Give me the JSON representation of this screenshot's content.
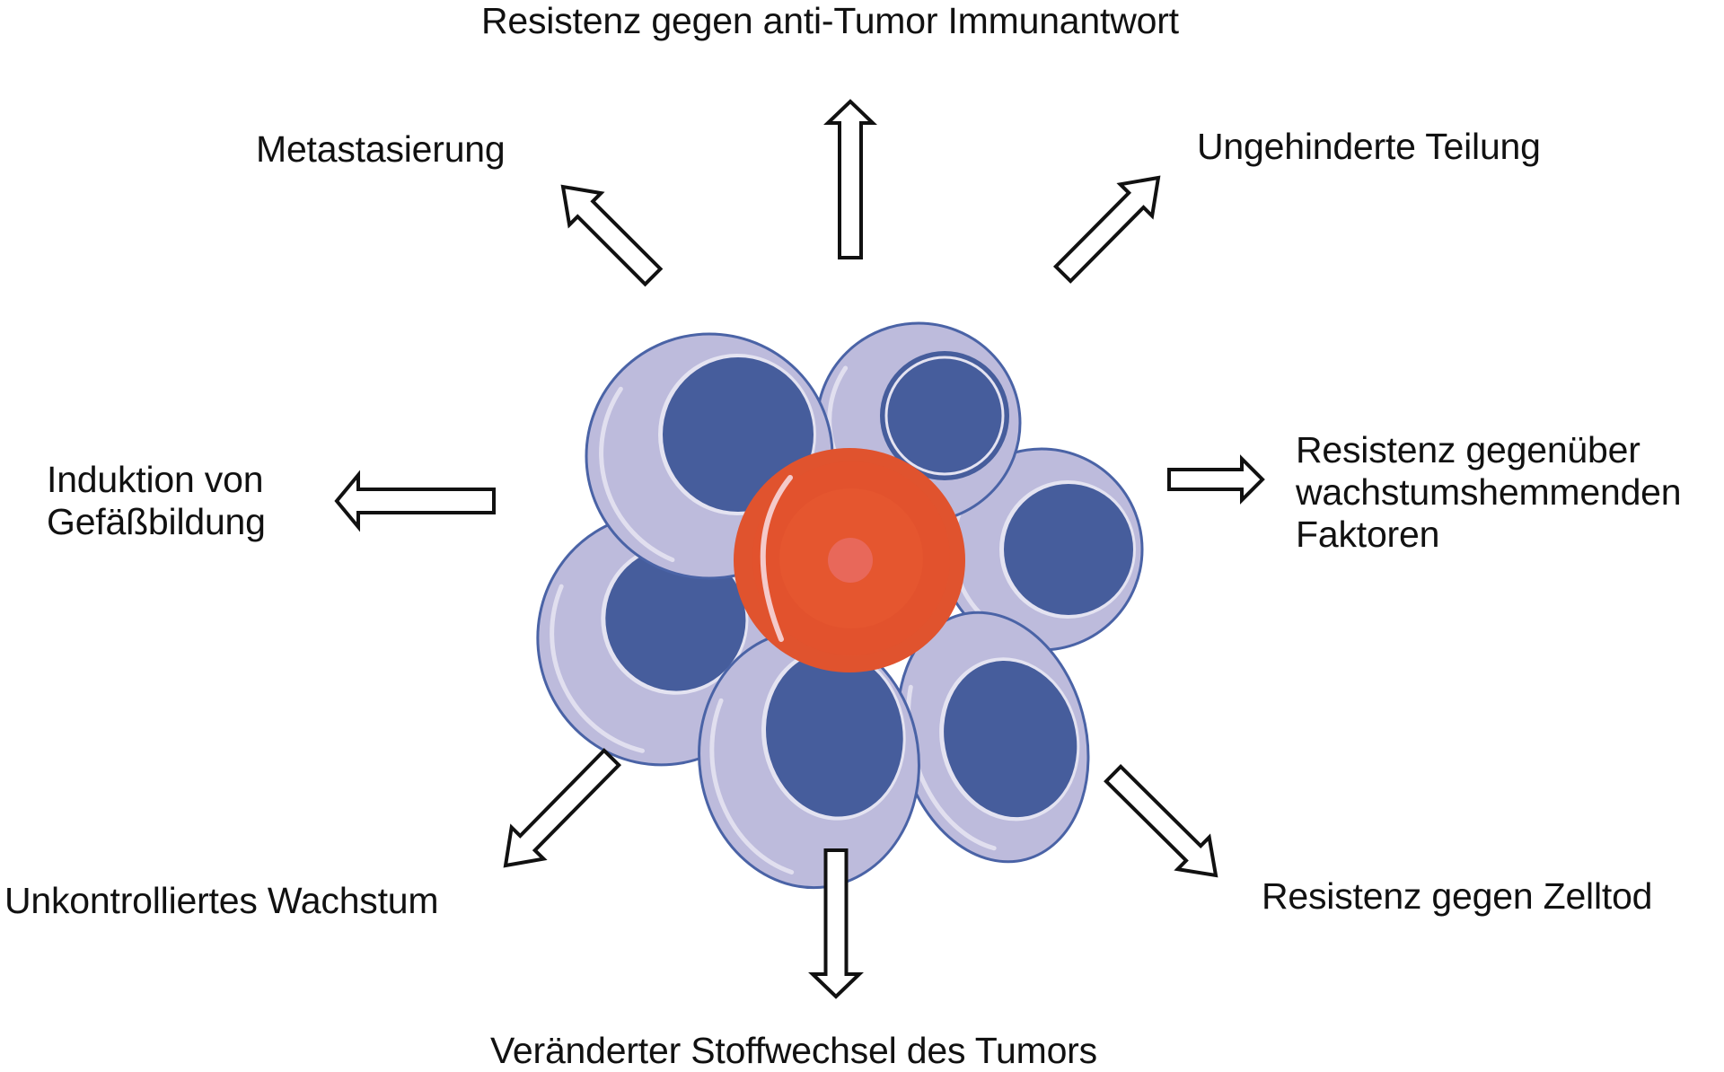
{
  "diagram": {
    "type": "hallmarks-of-cancer",
    "language": "de",
    "center": {
      "description": "tumor cell cluster",
      "tumor_cell_color": "#E0532E",
      "tumor_cell_inner_color": "#E5562F",
      "tumor_cell_core_color": "#E8685A",
      "normal_cell_cytoplasm_color": "#BDBBDC",
      "normal_cell_nucleus_color": "#465D9C",
      "cell_outline_color": "#4A63A6"
    },
    "arrow_style": {
      "fill": "#ffffff",
      "stroke": "#111111"
    },
    "hallmarks": [
      {
        "id": "top",
        "direction": "up",
        "lines": [
          "Resistenz gegen anti-Tumor Immunantwort"
        ]
      },
      {
        "id": "top-right",
        "direction": "up-right",
        "lines": [
          "Ungehinderte Teilung"
        ]
      },
      {
        "id": "right",
        "direction": "right",
        "lines": [
          "Resistenz gegenüber",
          "wachstumshemmenden",
          "Faktoren"
        ]
      },
      {
        "id": "bottom-right",
        "direction": "down-right",
        "lines": [
          "Resistenz gegen Zelltod"
        ]
      },
      {
        "id": "bottom",
        "direction": "down",
        "lines": [
          "Veränderter Stoffwechsel des Tumors"
        ]
      },
      {
        "id": "bottom-left",
        "direction": "down-left",
        "lines": [
          "Unkontrolliertes Wachstum"
        ]
      },
      {
        "id": "left",
        "direction": "left",
        "lines": [
          "Induktion von",
          "Gefäßbildung"
        ]
      },
      {
        "id": "top-left",
        "direction": "up-left",
        "lines": [
          "Metastasierung"
        ]
      }
    ]
  }
}
